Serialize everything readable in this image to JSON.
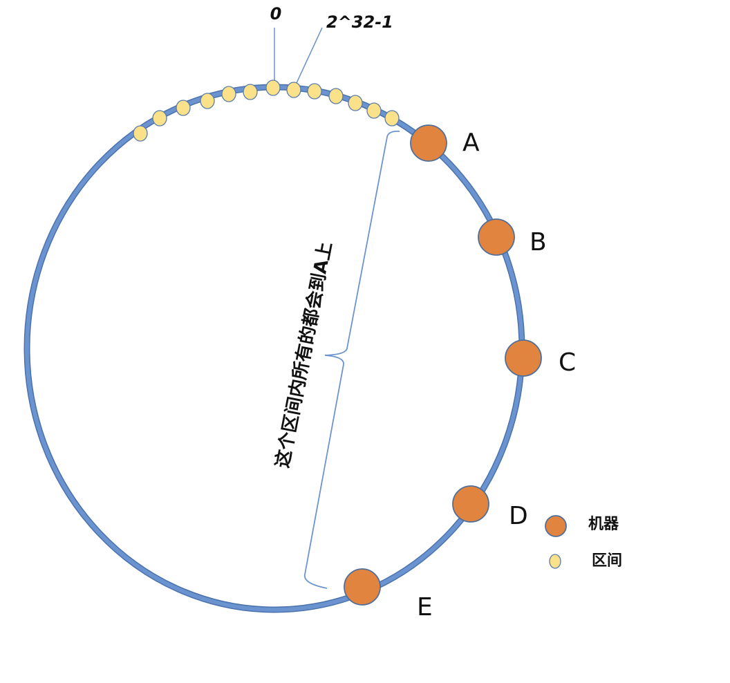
{
  "ring": {
    "zero_label": "0",
    "max_label": "2^32-1",
    "ring_color": "#6a93cf",
    "ring_stroke_color": "#4a72ad"
  },
  "machines": [
    {
      "name": "A"
    },
    {
      "name": "B"
    },
    {
      "name": "C"
    },
    {
      "name": "D"
    },
    {
      "name": "E"
    }
  ],
  "interval_count": 13,
  "annotation": {
    "text": "这个区间内所有的都会到A上"
  },
  "legend": {
    "machine_label": "机器",
    "interval_label": "区间"
  },
  "colors": {
    "machine_fill": "#e0843f",
    "machine_stroke": "#4f6f9a",
    "interval_fill": "#fbe18a",
    "interval_stroke": "#5a7ca8",
    "brace": "#6a93cf"
  }
}
